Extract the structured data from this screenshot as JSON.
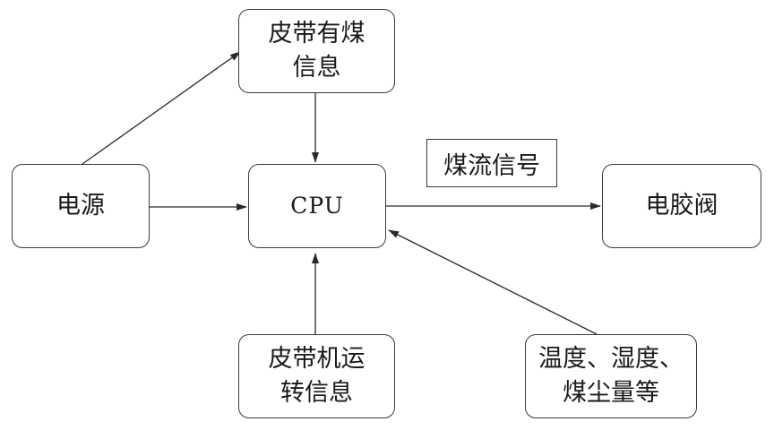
{
  "nodes": {
    "belt_has_coal": {
      "lines": [
        "皮带有煤",
        "信息"
      ]
    },
    "power": {
      "lines": [
        "电源"
      ]
    },
    "cpu": {
      "lines": [
        "CPU"
      ]
    },
    "solenoid_valve": {
      "lines": [
        "电胶阀"
      ]
    },
    "belt_running": {
      "lines": [
        "皮带机运",
        "转信息"
      ]
    },
    "environment": {
      "lines": [
        "温度、湿度、",
        "煤尘量等"
      ]
    }
  },
  "edge_label": {
    "text": "煤流信号"
  },
  "colors": {
    "stroke": "#3a3a3a",
    "text": "#1a1a1a",
    "background": "#ffffff"
  }
}
